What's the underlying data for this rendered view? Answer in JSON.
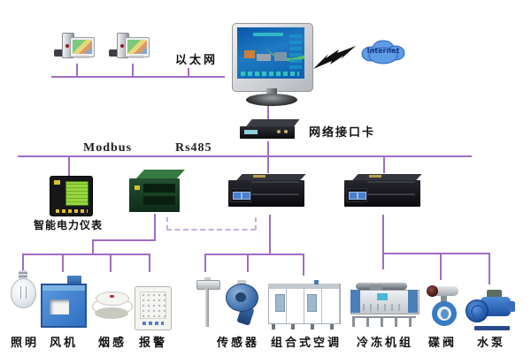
{
  "colors": {
    "wire": "#a06cc4",
    "wire_dashed": "#c6aede",
    "cloud_fill": "#5e9ce6",
    "screen_blue": "#1e7ac2",
    "plc_green": "#235231",
    "device_blue": "#2f6fc0"
  },
  "labels": {
    "ethernet": "以太网",
    "internet": "Internet",
    "nic": "网络接口卡",
    "modbus": "Modbus",
    "rs485": "Rs485",
    "meter": "智能电力仪表"
  },
  "devices": [
    {
      "id": "lighting",
      "label": "照明"
    },
    {
      "id": "fan",
      "label": "风机"
    },
    {
      "id": "smoke-detector",
      "label": "烟感"
    },
    {
      "id": "alarm-panel",
      "label": "报警"
    },
    {
      "id": "sensors",
      "label": "传感器"
    },
    {
      "id": "air-handling-unit",
      "label": "组合式空调"
    },
    {
      "id": "chiller-unit",
      "label": "冷冻机组"
    },
    {
      "id": "butterfly-valve",
      "label": "碟阀"
    },
    {
      "id": "water-pump",
      "label": "水泵"
    }
  ]
}
